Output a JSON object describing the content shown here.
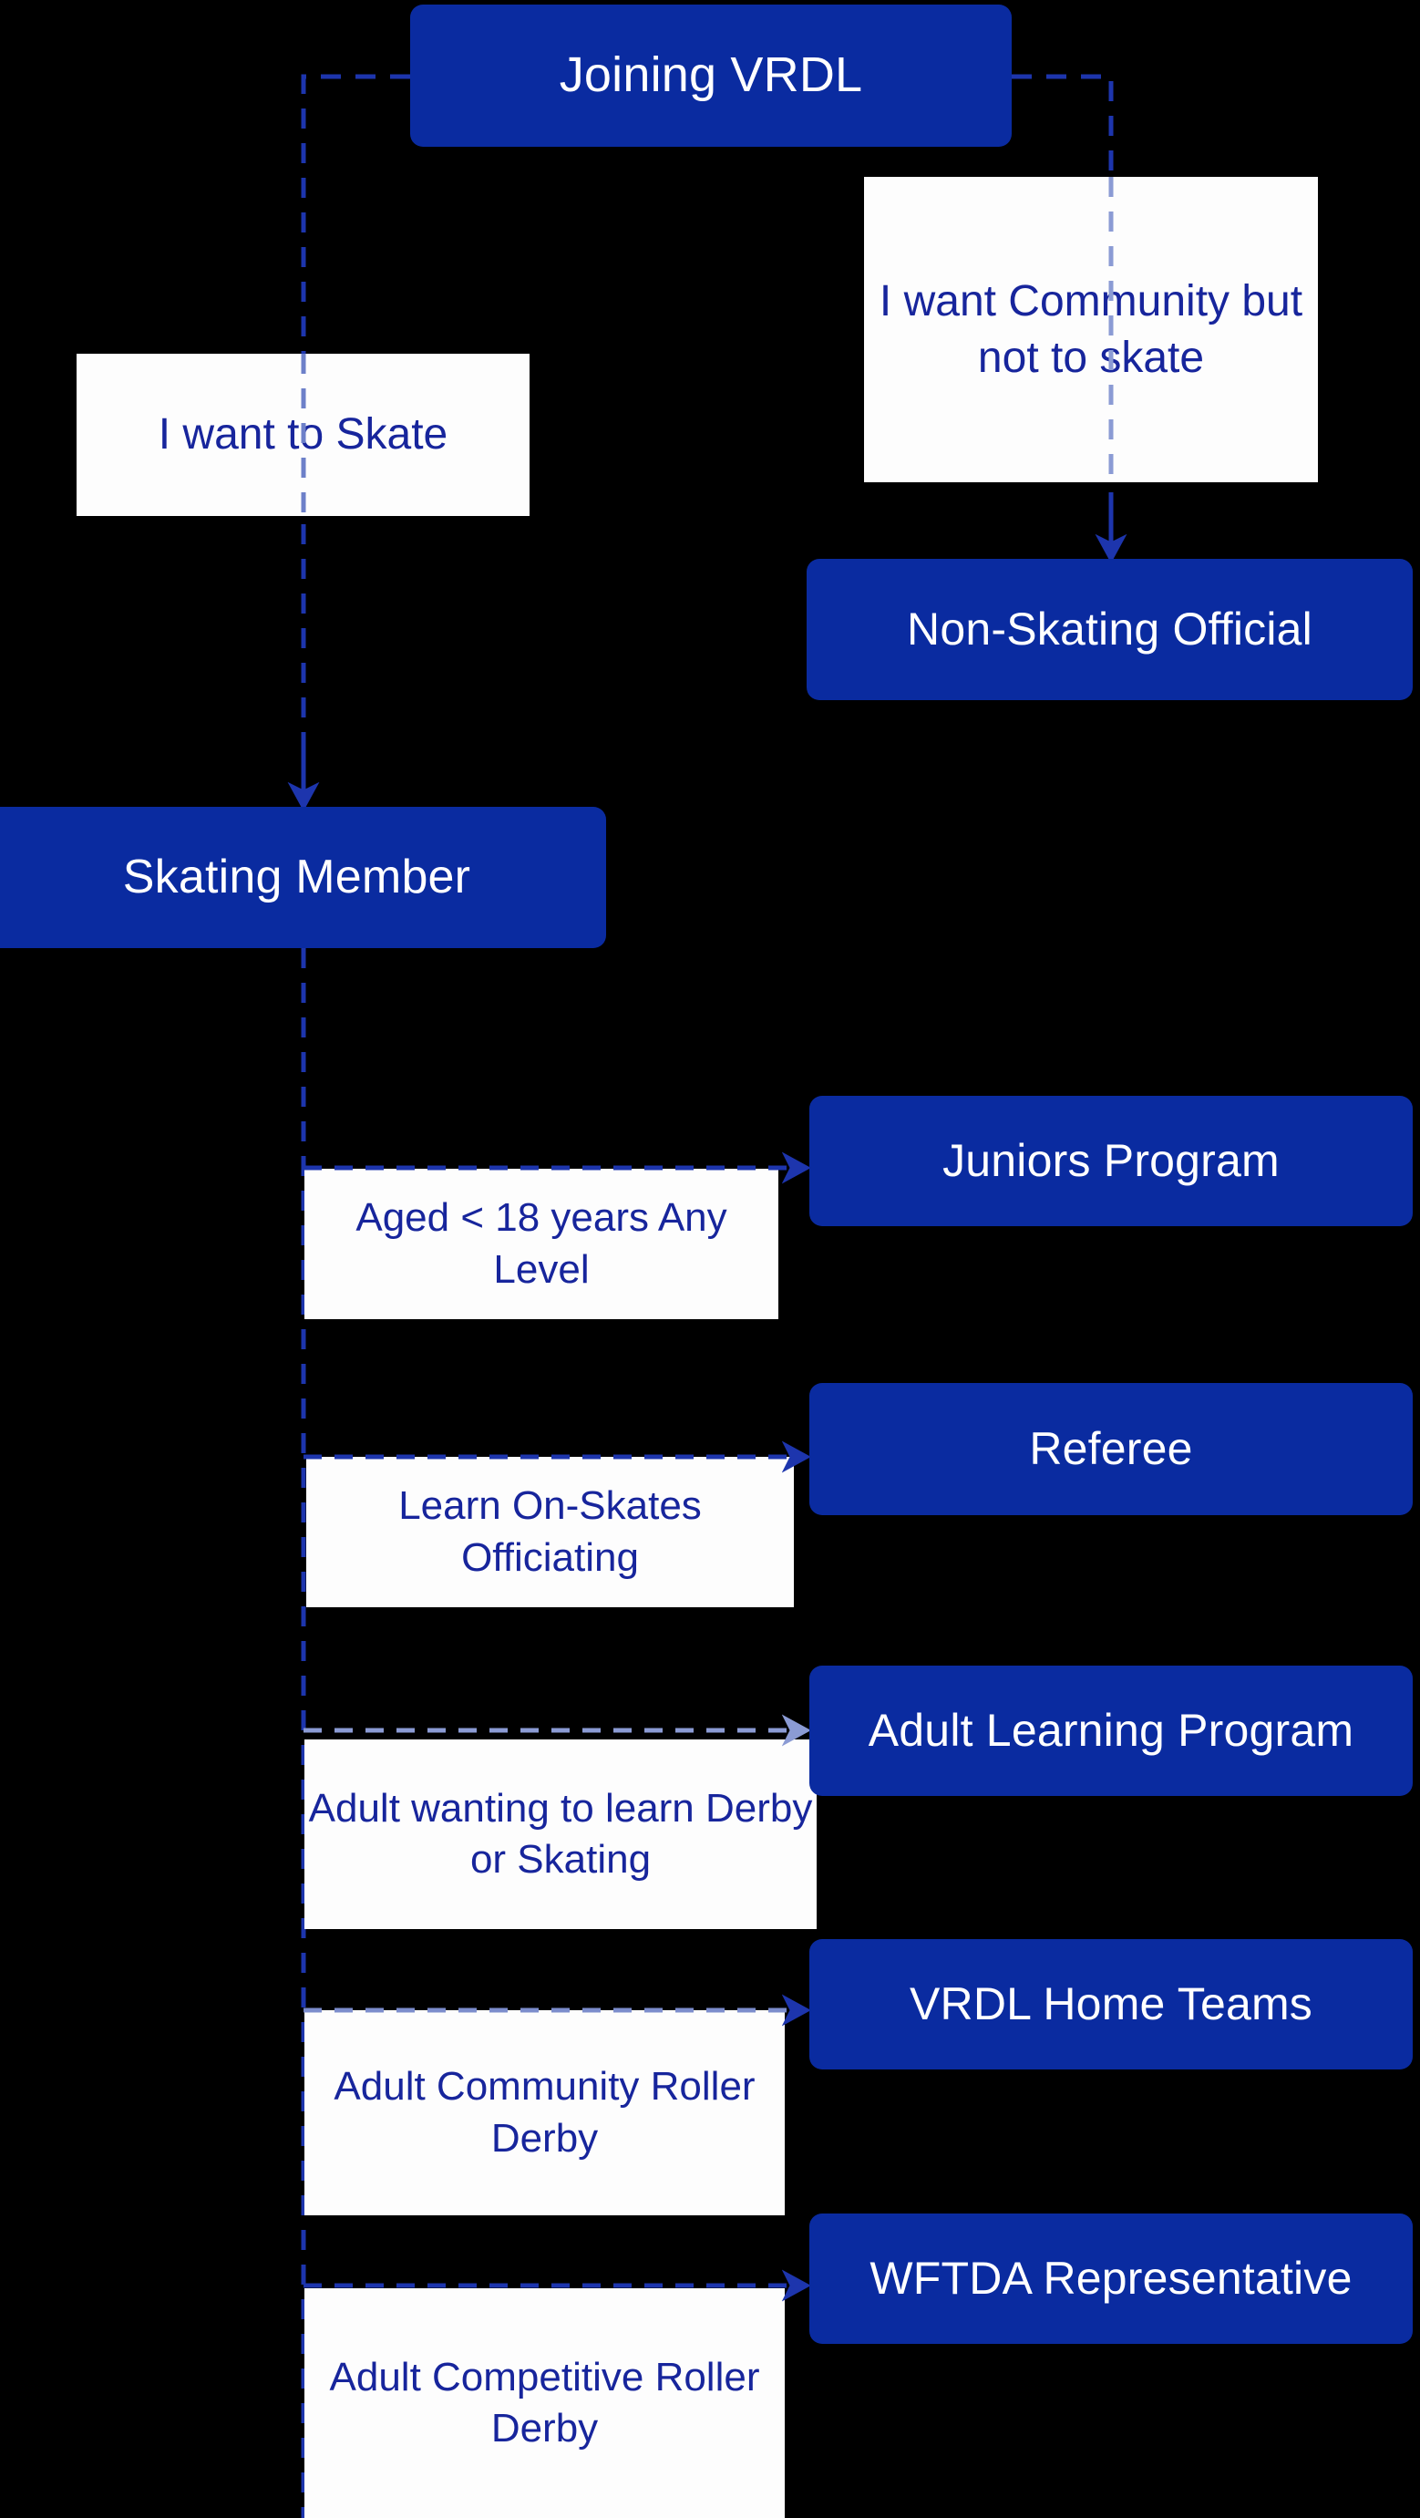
{
  "diagram": {
    "title": "Joining VRDL",
    "background_color": "#000000",
    "node_color": "#0a2ba0",
    "node_text_color": "#ffffff",
    "label_bg_color": "#fdfdfd",
    "label_text_color": "#17259c",
    "edge_color": "#1d35ad",
    "edge_highlight_color": "#8b9bd4"
  },
  "nodes": {
    "title": "Joining VRDL",
    "non_skating_official": "Non-Skating Official",
    "skating_member": "Skating Member",
    "juniors_program": "Juniors Program",
    "referee": "Referee",
    "adult_learning_program": "Adult Learning Program",
    "vrdl_home_teams": "VRDL Home Teams",
    "wftda_representative": "WFTDA Representative"
  },
  "labels": {
    "want_to_skate": "I want to Skate",
    "want_community": "I want Community but not to skate",
    "aged_under_18": "Aged < 18 years Any Level",
    "learn_on_skates": "Learn On-Skates Officiating",
    "adult_learning": "Adult wanting to learn Derby or Skating",
    "adult_community": "Adult Community Roller Derby",
    "adult_competitive": "Adult Competitive Roller Derby"
  },
  "edges": [
    {
      "from": "title",
      "to": "skating_member",
      "label": "want_to_skate",
      "style": "dashed"
    },
    {
      "from": "title",
      "to": "non_skating_official",
      "label": "want_community",
      "style": "dashed"
    },
    {
      "from": "skating_member",
      "to": "juniors_program",
      "label": "aged_under_18",
      "style": "dashed"
    },
    {
      "from": "skating_member",
      "to": "referee",
      "label": "learn_on_skates",
      "style": "dashed"
    },
    {
      "from": "skating_member",
      "to": "adult_learning_program",
      "label": "adult_learning",
      "style": "dashed-highlight"
    },
    {
      "from": "skating_member",
      "to": "vrdl_home_teams",
      "label": "adult_community",
      "style": "dashed"
    },
    {
      "from": "skating_member",
      "to": "wftda_representative",
      "label": "adult_competitive",
      "style": "dashed"
    }
  ]
}
